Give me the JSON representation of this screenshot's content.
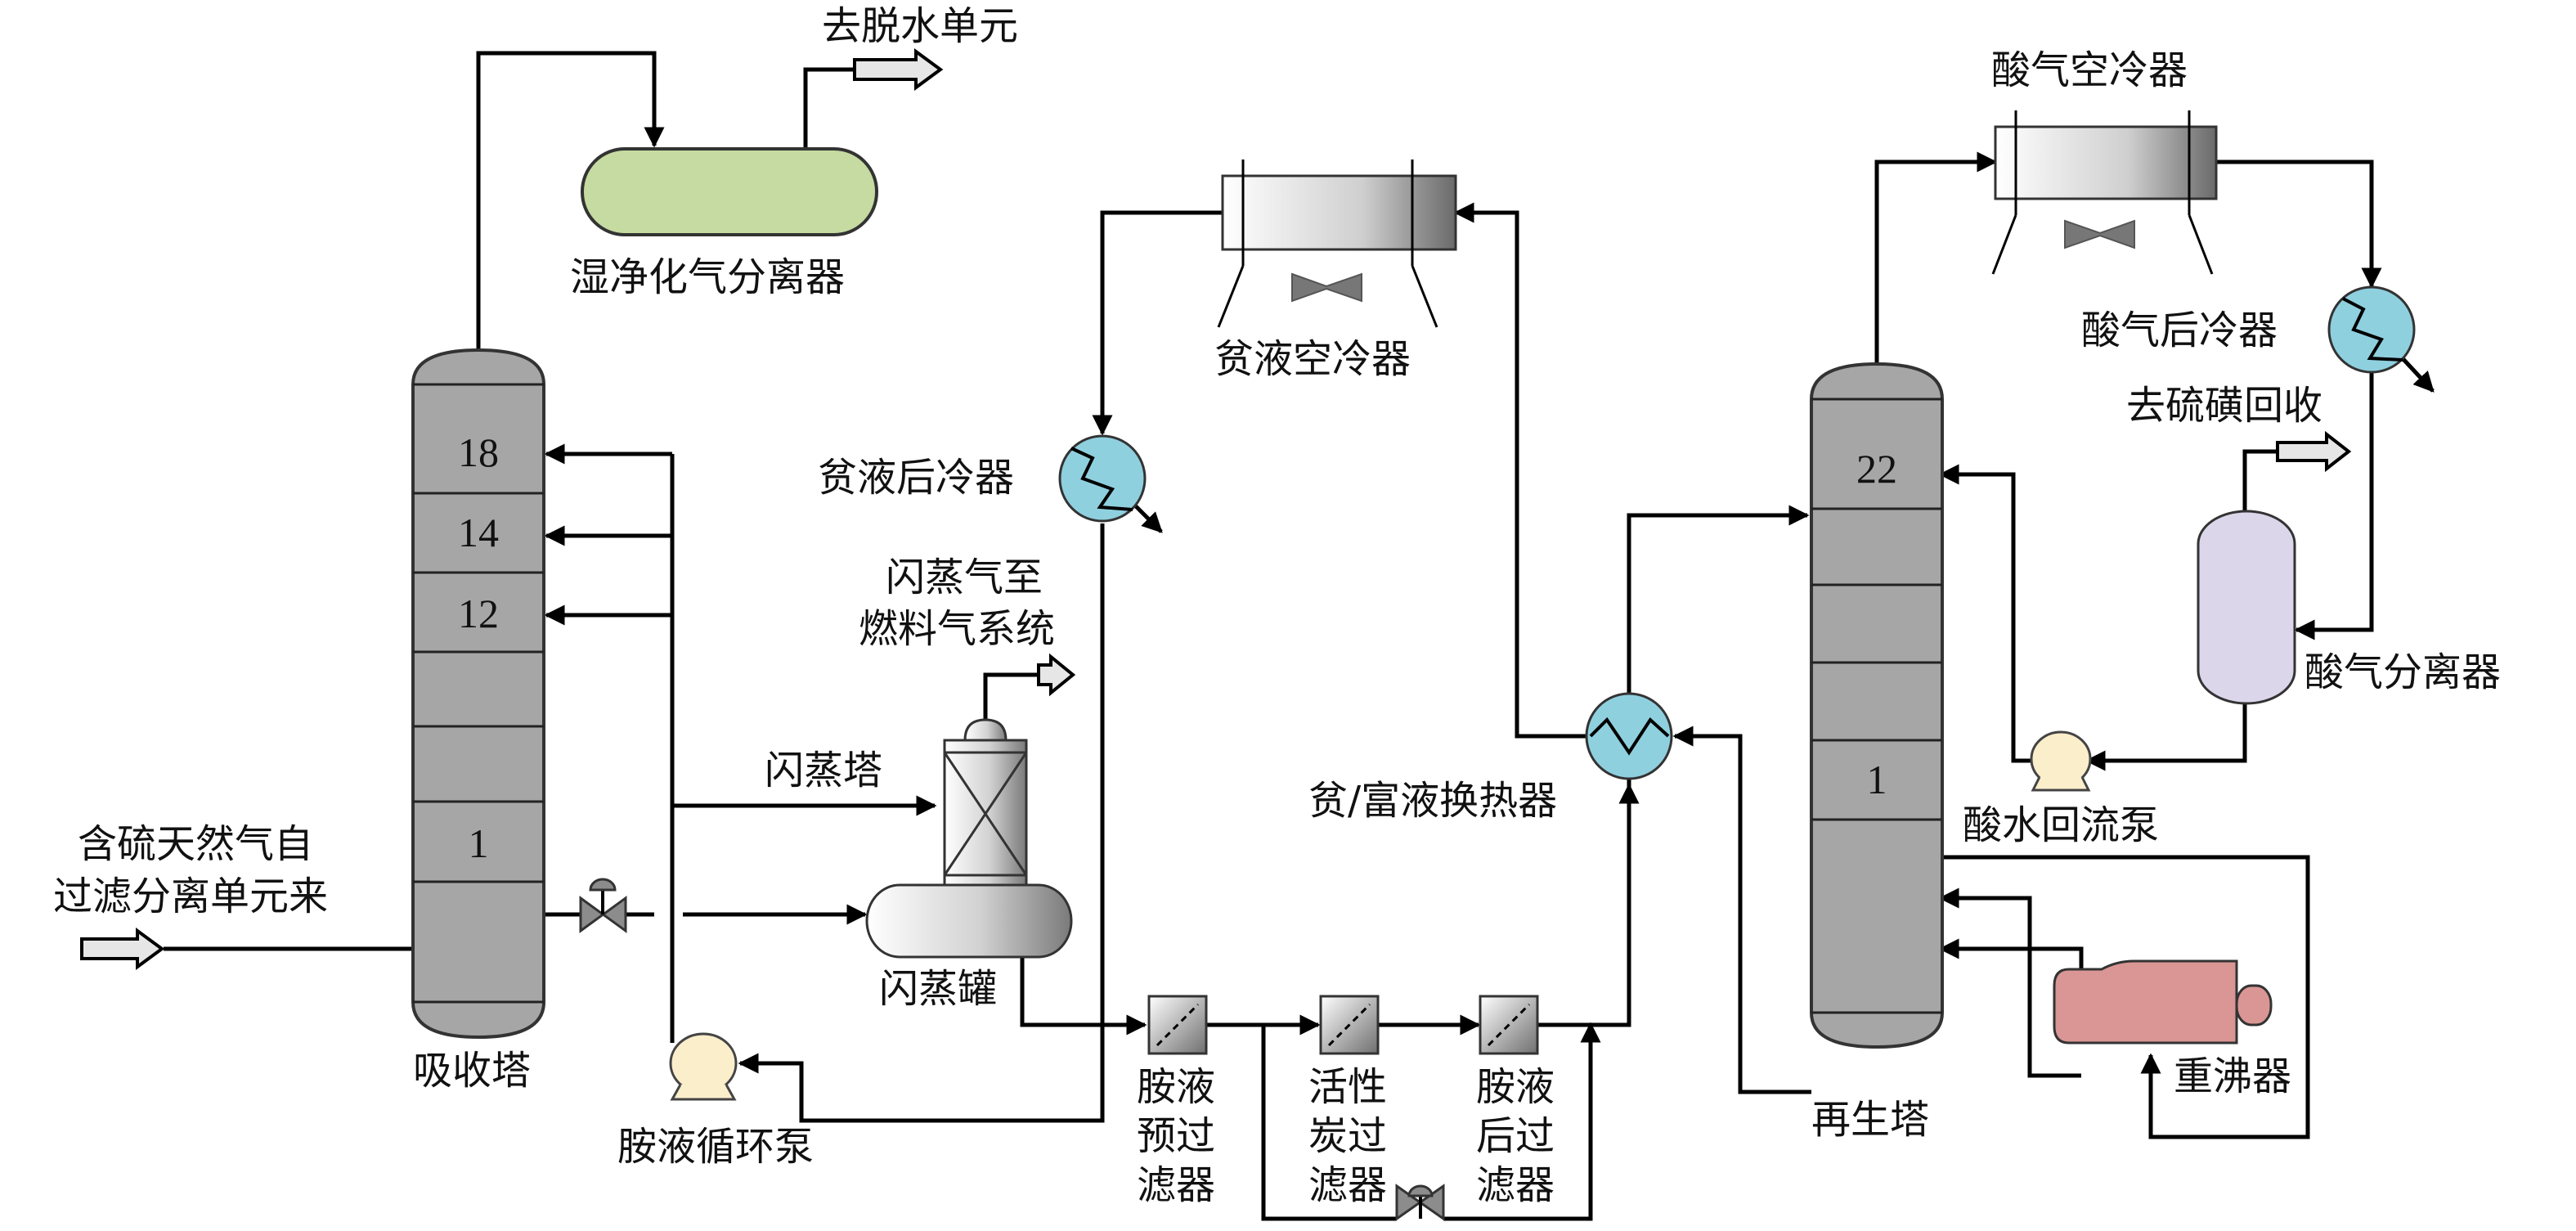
{
  "labels": {
    "dehydration": "去脱水单元",
    "wet_separator": "湿净化气分离器",
    "lean_aircooler": "贫液空冷器",
    "acid_aircooler": "酸气空冷器",
    "lean_aftercooler": "贫液后冷器",
    "acid_aftercooler": "酸气后冷器",
    "sulfur_recovery": "去硫磺回收",
    "flash_gas_line1": "闪蒸气至",
    "flash_gas_line2": "燃料气系统",
    "flash_tower": "闪蒸塔",
    "flash_tank": "闪蒸罐",
    "feed_line1": "含硫天然气自",
    "feed_line2": "过滤分离单元来",
    "absorber": "吸收塔",
    "amine_pump": "胺液循环泵",
    "prefilter": [
      "胺液",
      "预过",
      "滤器"
    ],
    "carbon_filter": [
      "活性",
      "炭过",
      "滤器"
    ],
    "postfilter": [
      "胺液",
      "后过",
      "滤器"
    ],
    "exchanger": "贫/富液换热器",
    "regenerator": "再生塔",
    "acid_separator": "酸气分离器",
    "reflux_pump": "酸水回流泵",
    "reboiler": "重沸器"
  },
  "absorber_trays": [
    "18",
    "14",
    "12",
    "1"
  ],
  "regenerator_trays": [
    "22",
    "1"
  ],
  "colors": {
    "column": "#a6a6a6",
    "separator": "#c6dba1",
    "acid_separator": "#dcd6ea",
    "cooler": "#8fd0df",
    "pump": "#fbeecb",
    "reboiler": "#d99694",
    "line": "#000000"
  }
}
